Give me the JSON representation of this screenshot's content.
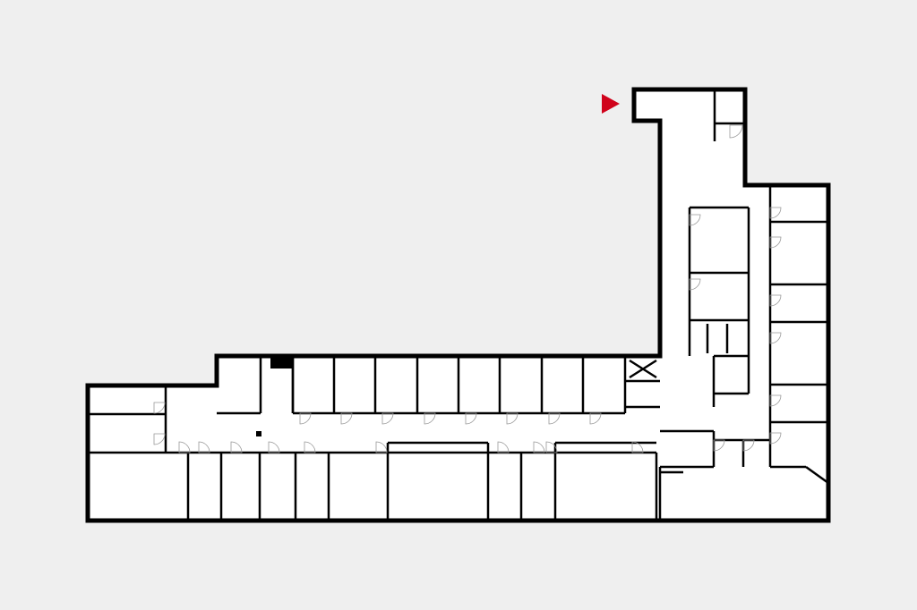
{
  "plan": {
    "colors": {
      "background": "#efefef",
      "floor": "#ffffff",
      "walls": "#000000",
      "entrance_marker": "#d0021b"
    },
    "entrance_marker_icon": "triangle-arrow-right-icon",
    "top_rooms_count": 8,
    "bottom_rooms_count": 11,
    "right_rooms_count": 6
  }
}
